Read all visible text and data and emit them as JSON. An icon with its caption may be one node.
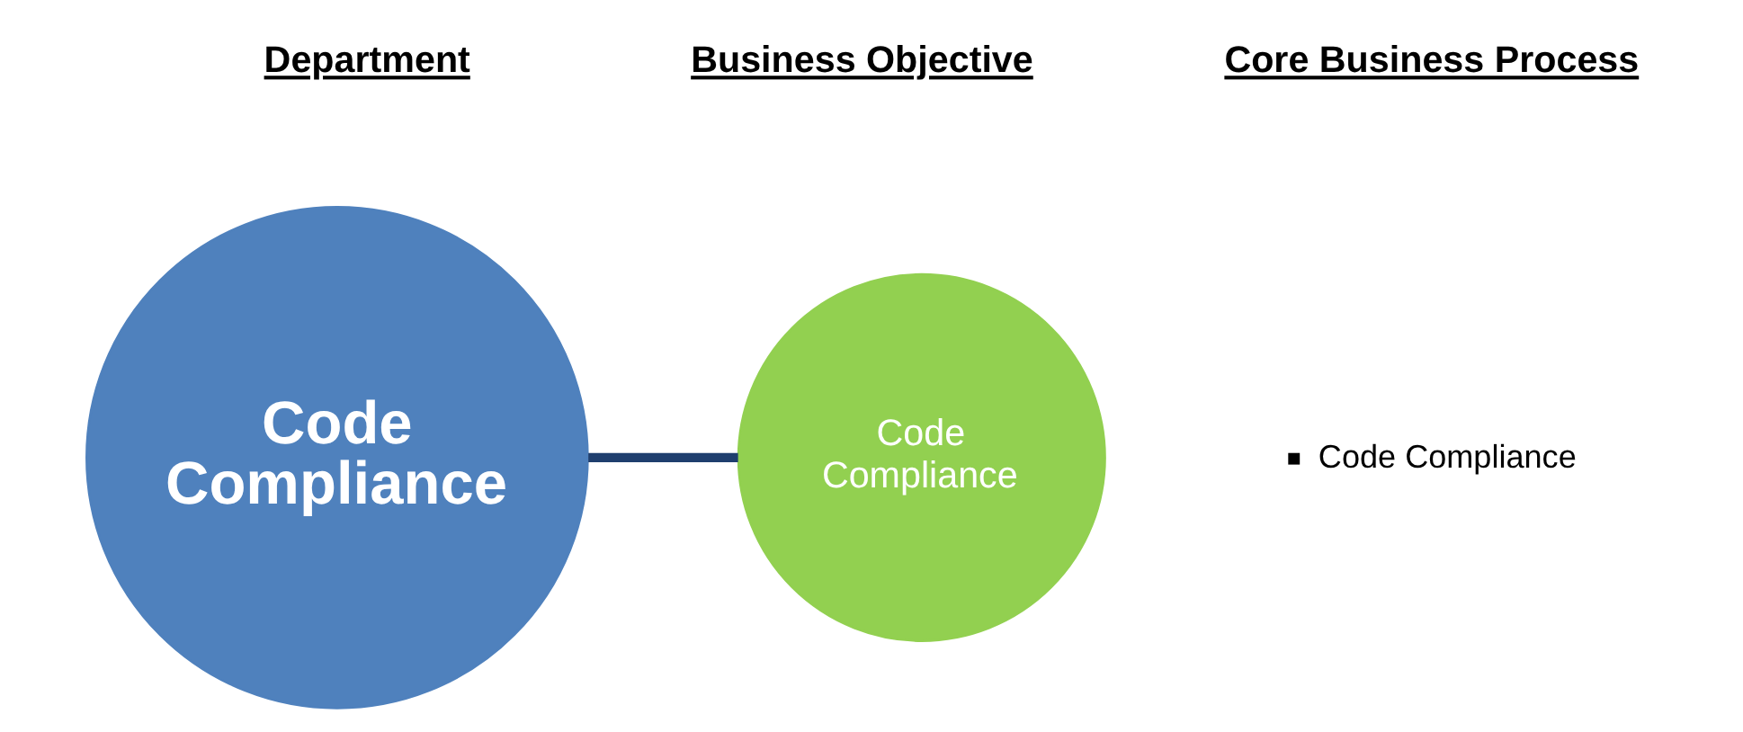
{
  "diagram": {
    "nodes": [
      {
        "text": [
          "Code Compliance"
        ]
      },
      {
        "text": [
          "Code Compliance"
        ]
      }
    ],
    "edges": [
      {
        "from": 0,
        "to": 1,
        "arrow": "none",
        "color": "#1f3f6e"
      }
    ],
    "labels": [
      "Department",
      "Business Objective",
      "Core Business Process",
      "Code Compliance"
    ]
  }
}
